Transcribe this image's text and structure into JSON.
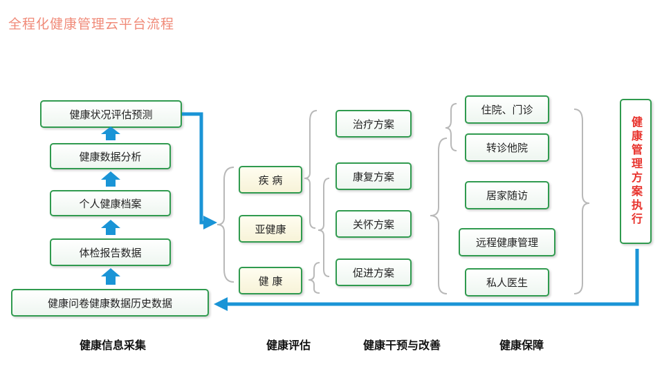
{
  "title": "全程化健康管理云平台流程",
  "collection": {
    "items": [
      "健康状况评估预测",
      "健康数据分析",
      "个人健康档案",
      "体检报告数据",
      "健康问卷健康数据历史数据"
    ]
  },
  "assessment": {
    "items": [
      "疾 病",
      "亚健康",
      "健 康"
    ]
  },
  "plans": {
    "items": [
      "治疗方案",
      "康复方案",
      "关怀方案",
      "促进方案"
    ]
  },
  "guarantee": {
    "items": [
      "住院、门诊",
      "转诊他院",
      "居家随访",
      "远程健康管理",
      "私人医生"
    ]
  },
  "execution": {
    "label": "健康管理方案执行"
  },
  "stages": [
    "健康信息采集",
    "健康评估",
    "健康干预与改善",
    "健康保障"
  ],
  "colors": {
    "arrow": "#1a94d6",
    "border": "#2f9a4e",
    "title": "#f08a78",
    "execution_text": "#e8322c"
  }
}
